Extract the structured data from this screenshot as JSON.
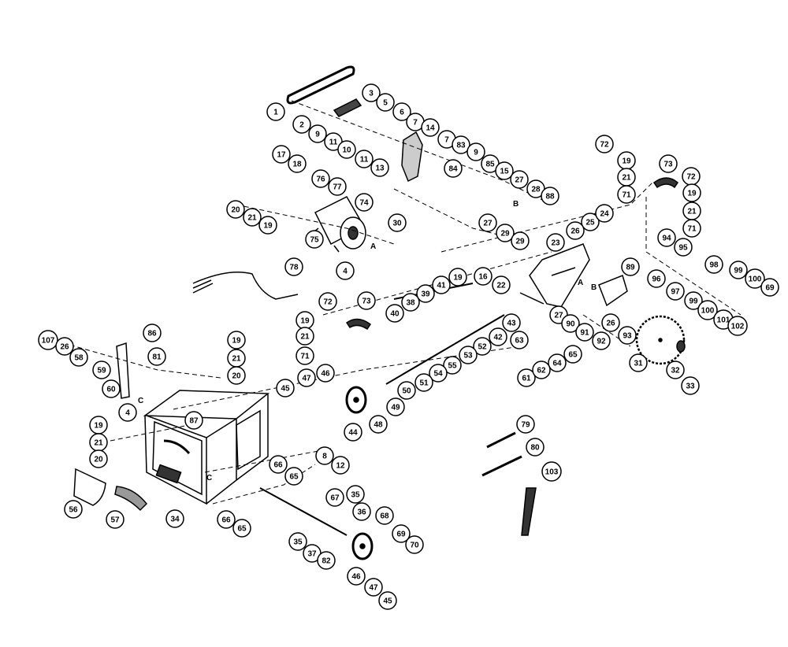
{
  "diagram": {
    "type": "exploded-parts-diagram",
    "callouts": [
      "1",
      "2",
      "9",
      "3",
      "5",
      "6",
      "7",
      "14",
      "7",
      "11",
      "10",
      "11",
      "13",
      "83",
      "9",
      "85",
      "15",
      "84",
      "27",
      "28",
      "88",
      "27",
      "29",
      "29",
      "17",
      "18",
      "76",
      "77",
      "74",
      "20",
      "21",
      "19",
      "75",
      "30",
      "4",
      "78",
      "72",
      "73",
      "19",
      "21",
      "72",
      "71",
      "19",
      "21",
      "71",
      "25",
      "24",
      "26",
      "23",
      "94",
      "95",
      "96",
      "97",
      "98",
      "99",
      "100",
      "69",
      "99",
      "100",
      "101",
      "102",
      "89",
      "16",
      "22",
      "19",
      "41",
      "39",
      "38",
      "40",
      "72",
      "73",
      "19",
      "21",
      "71",
      "42",
      "43",
      "63",
      "52",
      "53",
      "55",
      "54",
      "51",
      "50",
      "49",
      "27",
      "90",
      "91",
      "92",
      "93",
      "26",
      "64",
      "65",
      "61",
      "62",
      "31",
      "32",
      "33",
      "107",
      "26",
      "58",
      "59",
      "60",
      "86",
      "81",
      "19",
      "21",
      "20",
      "47",
      "46",
      "45",
      "44",
      "48",
      "4",
      "87",
      "19",
      "21",
      "20",
      "8",
      "12",
      "66",
      "65",
      "56",
      "57",
      "34",
      "66",
      "65",
      "67",
      "35",
      "36",
      "68",
      "35",
      "37",
      "82",
      "69",
      "70",
      "46",
      "47",
      "45",
      "79",
      "80",
      "103"
    ],
    "reference_letters": [
      "A",
      "A",
      "B",
      "B",
      "C",
      "C"
    ]
  }
}
